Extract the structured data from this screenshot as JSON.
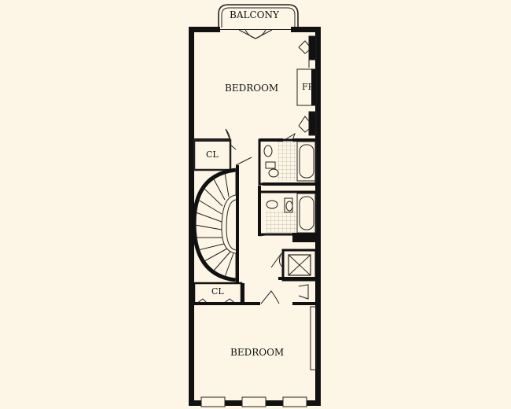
{
  "labels": {
    "balcony": "BALCONY",
    "bedroom_top": "BEDROOM",
    "fireplace": "FP",
    "closet_top": "CL",
    "closet_bottom": "CL",
    "bedroom_bottom": "BEDROOM"
  },
  "colors": {
    "background": "#fdf6e6",
    "wall": "#111111",
    "line": "#222222"
  }
}
